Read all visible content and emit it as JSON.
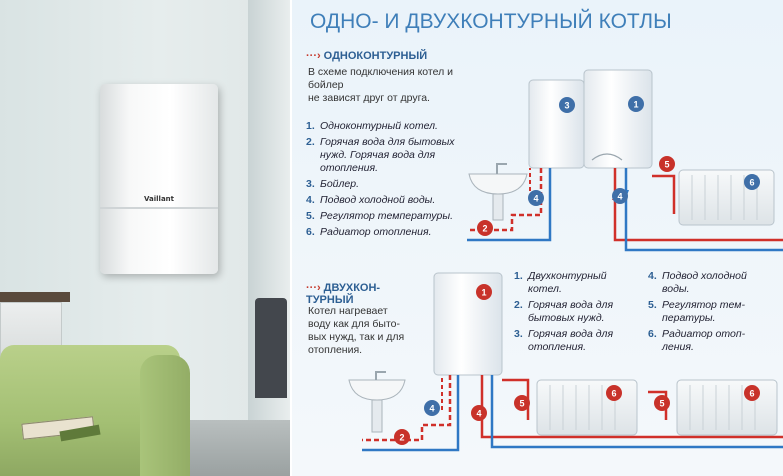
{
  "title": "ОДНО- И ДВУХКОНТУРНЫЙ КОТЛЫ",
  "photo": {
    "brand_label": "Vaillant"
  },
  "single": {
    "arrow": "···›",
    "heading": "ОДНОКОНТУРНЫЙ",
    "description": "В схеме подключения котел и бойлер\nне зависят друг от друга.",
    "items": [
      {
        "n": "1.",
        "text": "Одноконтурный котел."
      },
      {
        "n": "2.",
        "text": "Горячая вода для бытовых\nнужд. Горячая вода для\nотопления."
      },
      {
        "n": "3.",
        "text": "Бойлер."
      },
      {
        "n": "4.",
        "text": "Подвод холодной воды."
      },
      {
        "n": "5.",
        "text": "Регулятор температуры."
      },
      {
        "n": "6.",
        "text": "Радиатор отопления."
      }
    ]
  },
  "double": {
    "arrow": "···›",
    "heading": "ДВУХКОН-\nТУРНЫЙ",
    "description": "Котел нагревает\nводу как для быто-\nвых нужд, так и для\nотопления.",
    "items_col1": [
      {
        "n": "1.",
        "text": "Двухконтурный\nкотел."
      },
      {
        "n": "2.",
        "text": "Горячая вода для\nбытовых нужд."
      },
      {
        "n": "3.",
        "text": "Горячая вода для\nотопления."
      }
    ],
    "items_col2": [
      {
        "n": "4.",
        "text": "Подвод холодной\nводы."
      },
      {
        "n": "5.",
        "text": "Регулятор тем-\nпературы."
      },
      {
        "n": "6.",
        "text": "Радиатор отоп-\nления."
      }
    ]
  },
  "badges": {
    "s1": "1",
    "s2": "2",
    "s3": "3",
    "s4": "4",
    "s5": "5",
    "s6": "6",
    "d1": "1",
    "d2": "2",
    "d4": "4",
    "d4b": "4",
    "d5a": "5",
    "d5b": "5",
    "d6a": "6",
    "d6b": "6"
  },
  "colors": {
    "title": "#3f7fb9",
    "badge": "#3f6fa8",
    "badge_red": "#c8322a",
    "pipe_hot": "#d0302a",
    "pipe_cold": "#2f78c4"
  }
}
